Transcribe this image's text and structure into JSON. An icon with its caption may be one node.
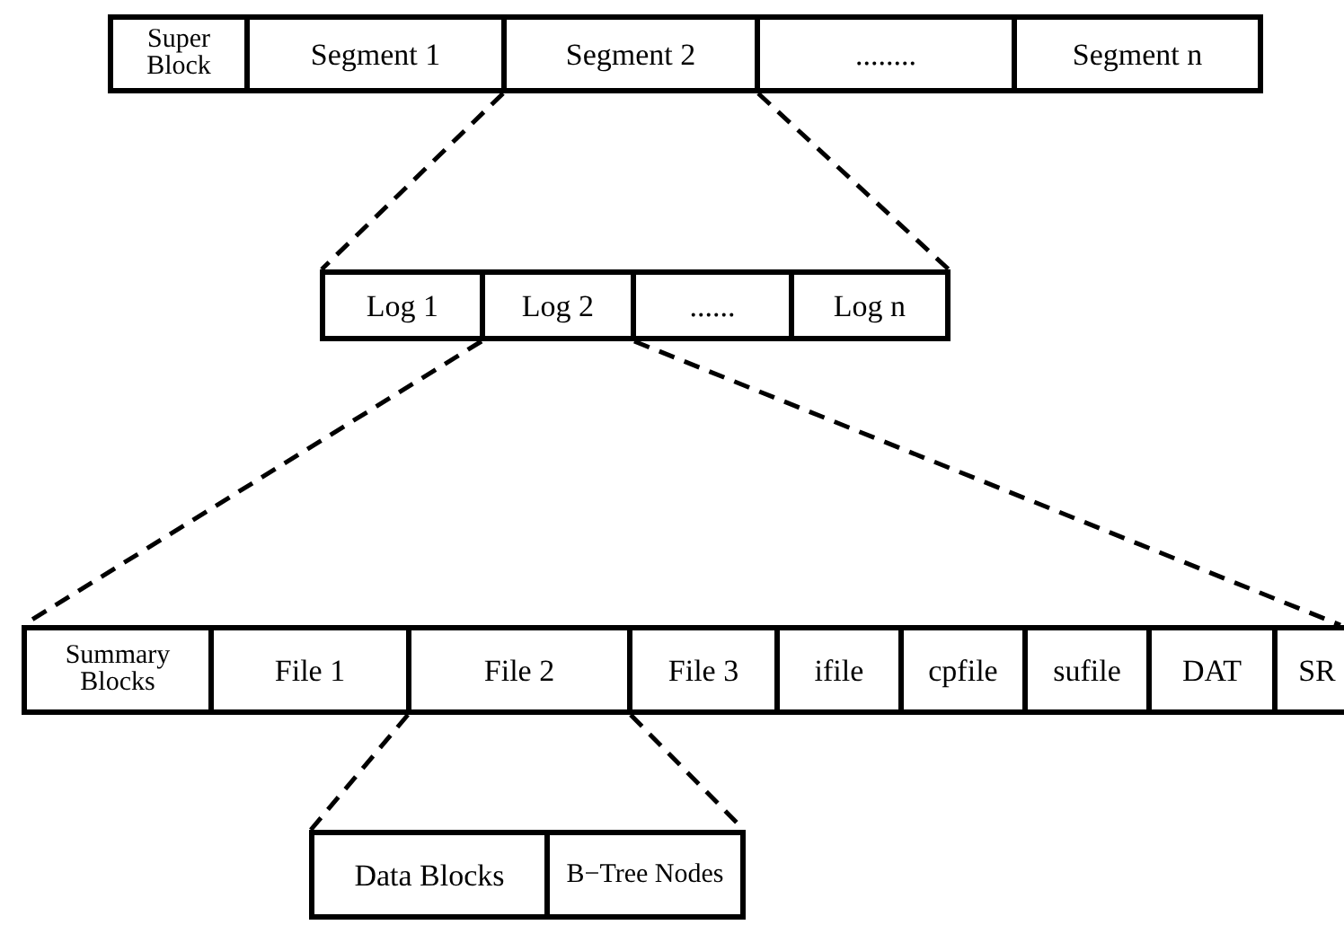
{
  "diagram": {
    "nodes": [
      {
        "text": [
          "Super Block"
        ]
      },
      {
        "text": [
          "Segment 1"
        ]
      },
      {
        "text": [
          "Segment 2"
        ]
      },
      {
        "text": [
          "........"
        ]
      },
      {
        "text": [
          "Segment n"
        ]
      },
      {
        "text": [
          "Log 1"
        ]
      },
      {
        "text": [
          "Log 2"
        ]
      },
      {
        "text": [
          "......"
        ]
      },
      {
        "text": [
          "Log n"
        ]
      },
      {
        "text": [
          "Summary Blocks"
        ]
      },
      {
        "text": [
          "File 1"
        ]
      },
      {
        "text": [
          "File 2"
        ]
      },
      {
        "text": [
          "File 3"
        ]
      },
      {
        "text": [
          "ifile"
        ]
      },
      {
        "text": [
          "cpfile"
        ]
      },
      {
        "text": [
          "sufile"
        ]
      },
      {
        "text": [
          "DAT"
        ]
      },
      {
        "text": [
          "SR"
        ]
      },
      {
        "text": [
          "Data Blocks"
        ]
      },
      {
        "text": [
          "B−Tree Nodes"
        ]
      }
    ],
    "edges": [
      {
        "from": 2,
        "to": 5,
        "arrow": "none",
        "style": "dashed"
      },
      {
        "from": 2,
        "to": 8,
        "arrow": "none",
        "style": "dashed"
      },
      {
        "from": 6,
        "to": 9,
        "arrow": "none",
        "style": "dashed"
      },
      {
        "from": 6,
        "to": 17,
        "arrow": "none",
        "style": "dashed"
      },
      {
        "from": 11,
        "to": 18,
        "arrow": "none",
        "style": "dashed"
      },
      {
        "from": 11,
        "to": 19,
        "arrow": "none",
        "style": "dashed"
      }
    ]
  }
}
